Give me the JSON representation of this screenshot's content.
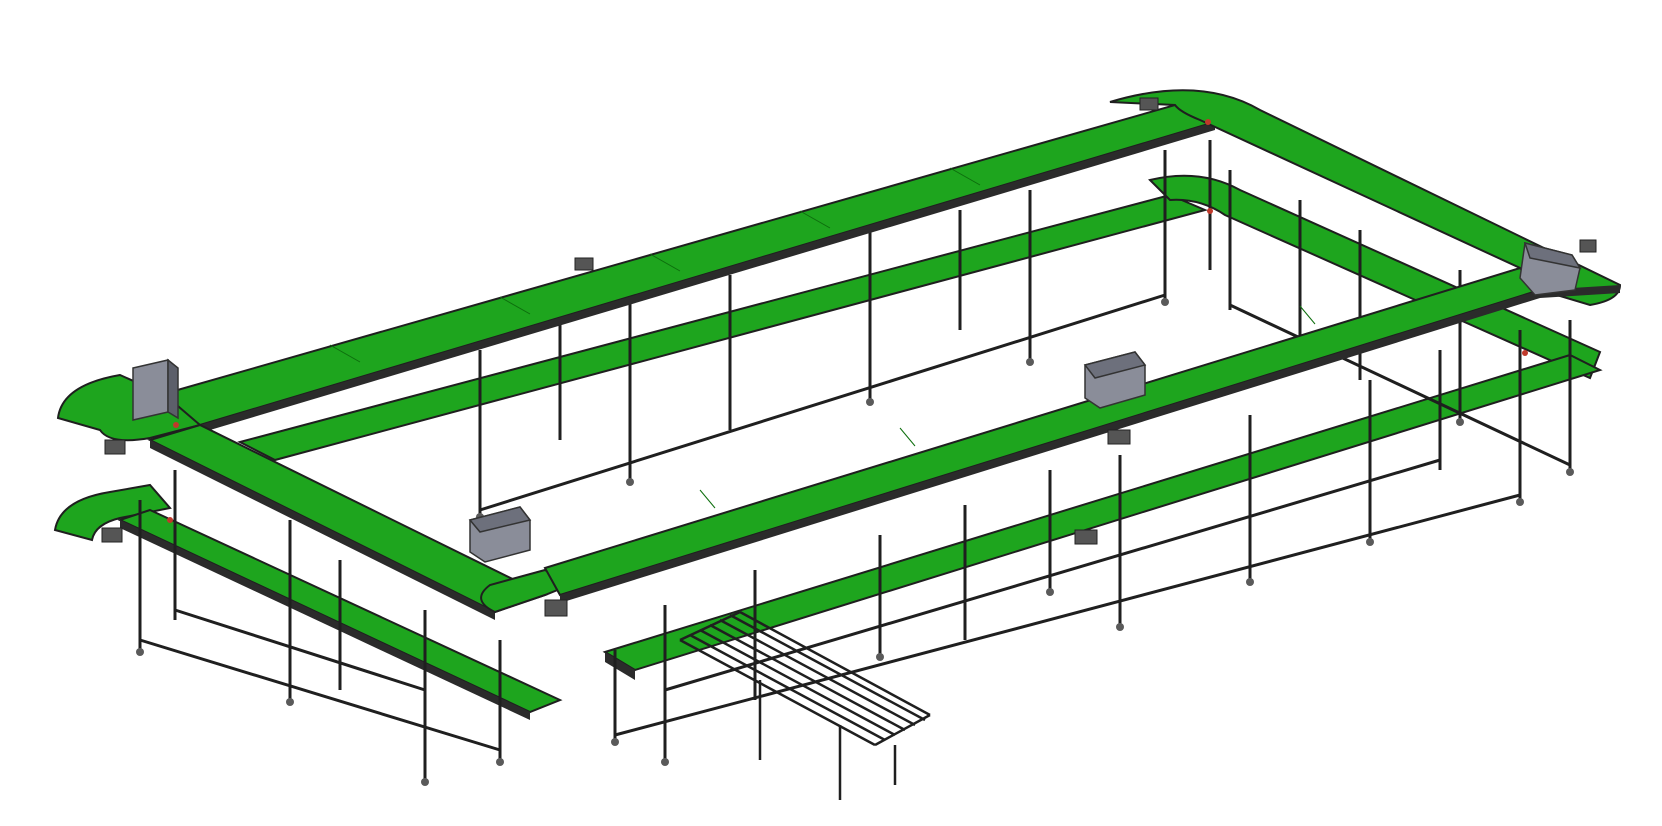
{
  "colors": {
    "belt": "#1ea51e",
    "belt_dark": "#0d6e0d",
    "frame": "#1f1f1f",
    "frame_light": "#5a5a5a",
    "bin": "#8a8d99",
    "bin_dark": "#5c5f6a",
    "accent": "#c0392b",
    "background": "#ffffff"
  },
  "components": {
    "upper_loop": "upper-conveyor-loop",
    "lower_loop": "lower-conveyor-loop",
    "bins": [
      "collection-bin",
      "collection-bin",
      "collection-bin",
      "collection-bin"
    ],
    "roller_ramp": "gravity-roller-ramp",
    "motors": "drive-motor-icon"
  }
}
